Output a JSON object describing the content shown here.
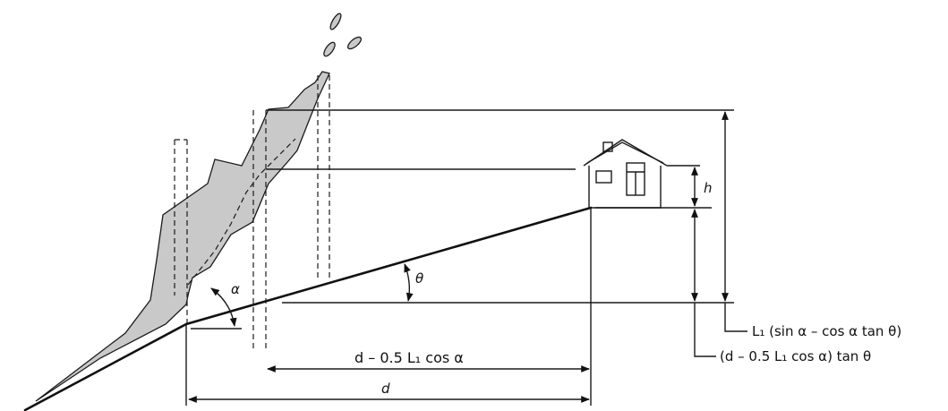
{
  "labels": {
    "alpha": "α",
    "theta": "θ",
    "h": "h",
    "d": "d",
    "d_minus": "d – 0.5 L₁ cos α",
    "rockfall_height": "L₁ (sin α – cos α  tan θ)",
    "slope_rise": "(d – 0.5 L₁ cos α)  tan θ"
  },
  "colors": {
    "rock_fill": "#c9c9c9",
    "line": "#1a1a1a"
  }
}
